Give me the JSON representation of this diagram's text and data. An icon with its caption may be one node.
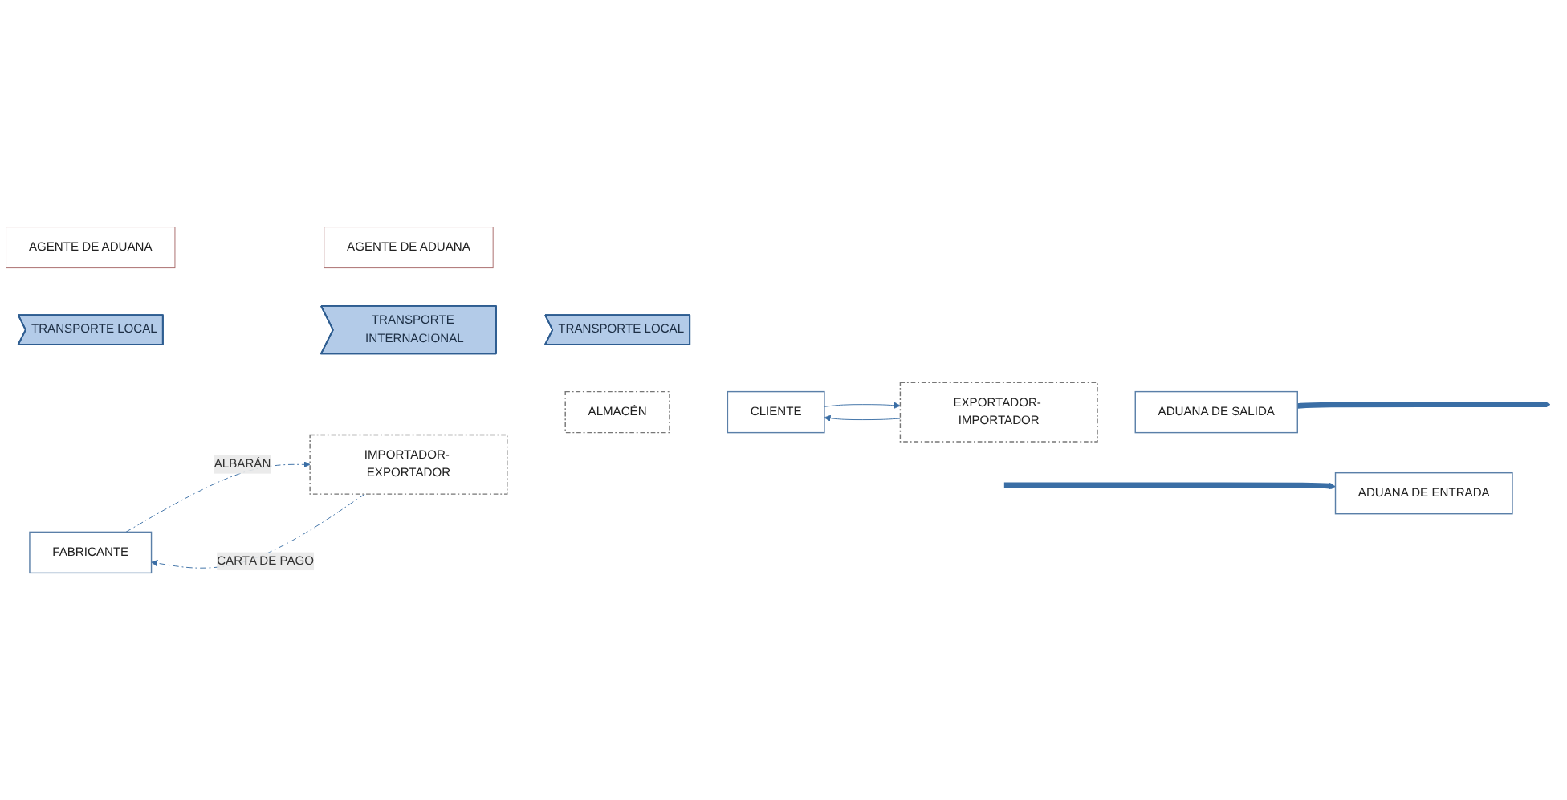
{
  "diagram": {
    "nodes": [
      {
        "text": [
          "FABRICANTE"
        ]
      },
      {
        "text": [
          "EXPORTADOR- IMPORTADOR"
        ]
      },
      {
        "text": [
          "AGENTE DE ADUANA"
        ]
      },
      {
        "text": [
          "ADUANA DE SALIDA"
        ]
      },
      {
        "text": [
          "AGENTE DE ADUANA"
        ]
      },
      {
        "text": [
          "ADUANA DE ENTRADA"
        ]
      },
      {
        "text": [
          "IMPORTADOR- EXPORTADOR"
        ]
      },
      {
        "text": [
          "ALMACÉN"
        ]
      },
      {
        "text": [
          "CLIENTE"
        ]
      },
      {
        "text": [
          "TRANSPORTE LOCAL"
        ]
      },
      {
        "text": [
          "TRANSPORTE INTERNACIONAL"
        ]
      },
      {
        "text": [
          "TRANSPORTE LOCAL"
        ]
      }
    ],
    "edges": [
      {
        "from": 0,
        "to": 6,
        "arrow": "to",
        "label": "ALBARÁN",
        "style": "dashed"
      },
      {
        "from": 6,
        "to": 0,
        "arrow": "to",
        "label": "CARTA DE PAGO",
        "style": "dashed"
      },
      {
        "from": 1,
        "to": 8,
        "arrow": "to"
      },
      {
        "from": 8,
        "to": 1,
        "arrow": "to"
      },
      {
        "from": 3,
        "to": null,
        "arrow": "to",
        "style": "thick"
      },
      {
        "from": null,
        "to": 5,
        "arrow": "to",
        "style": "thick"
      }
    ]
  }
}
